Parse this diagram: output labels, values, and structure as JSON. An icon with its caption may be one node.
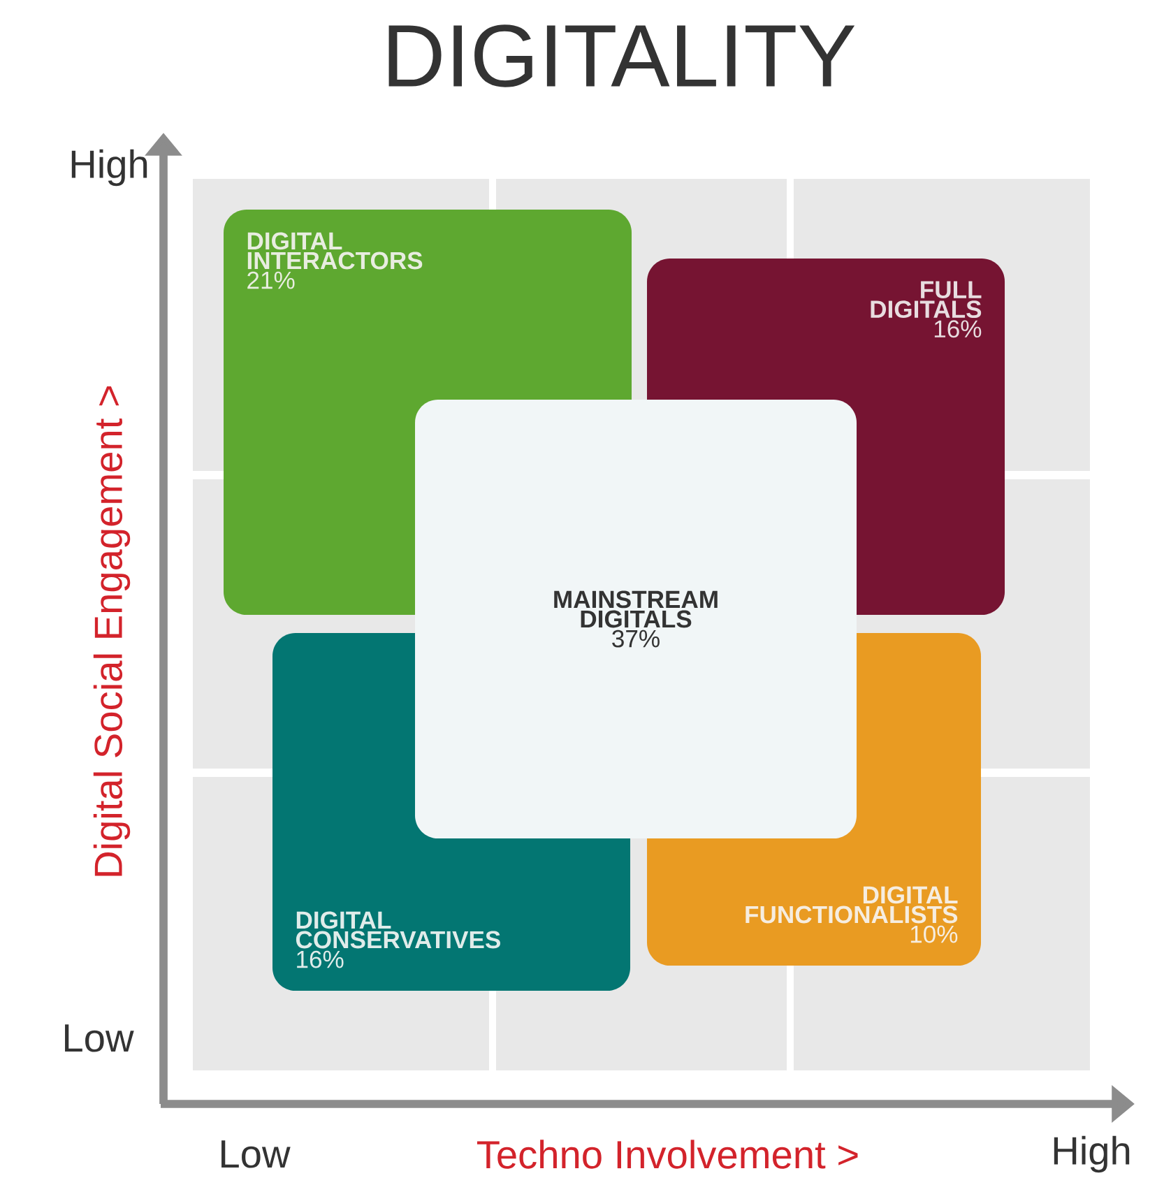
{
  "diagram": {
    "title": "DIGITALITY",
    "nodes": [
      {
        "text": [
          "DIGITAL INTERACTORS",
          "21%"
        ]
      },
      {
        "text": [
          "FULL DIGITALS",
          "16%"
        ]
      },
      {
        "text": [
          "MAINSTREAM DIGITALS",
          "37%"
        ]
      },
      {
        "text": [
          "DIGITAL CONSERVATIVES",
          "16%"
        ]
      },
      {
        "text": [
          "DIGITAL FUNCTIONALISTS",
          "10%"
        ]
      }
    ],
    "labels": [
      "High",
      "Digital Social Engagement >",
      "Low",
      "Low",
      "Techno Involvement >",
      "High"
    ]
  }
}
